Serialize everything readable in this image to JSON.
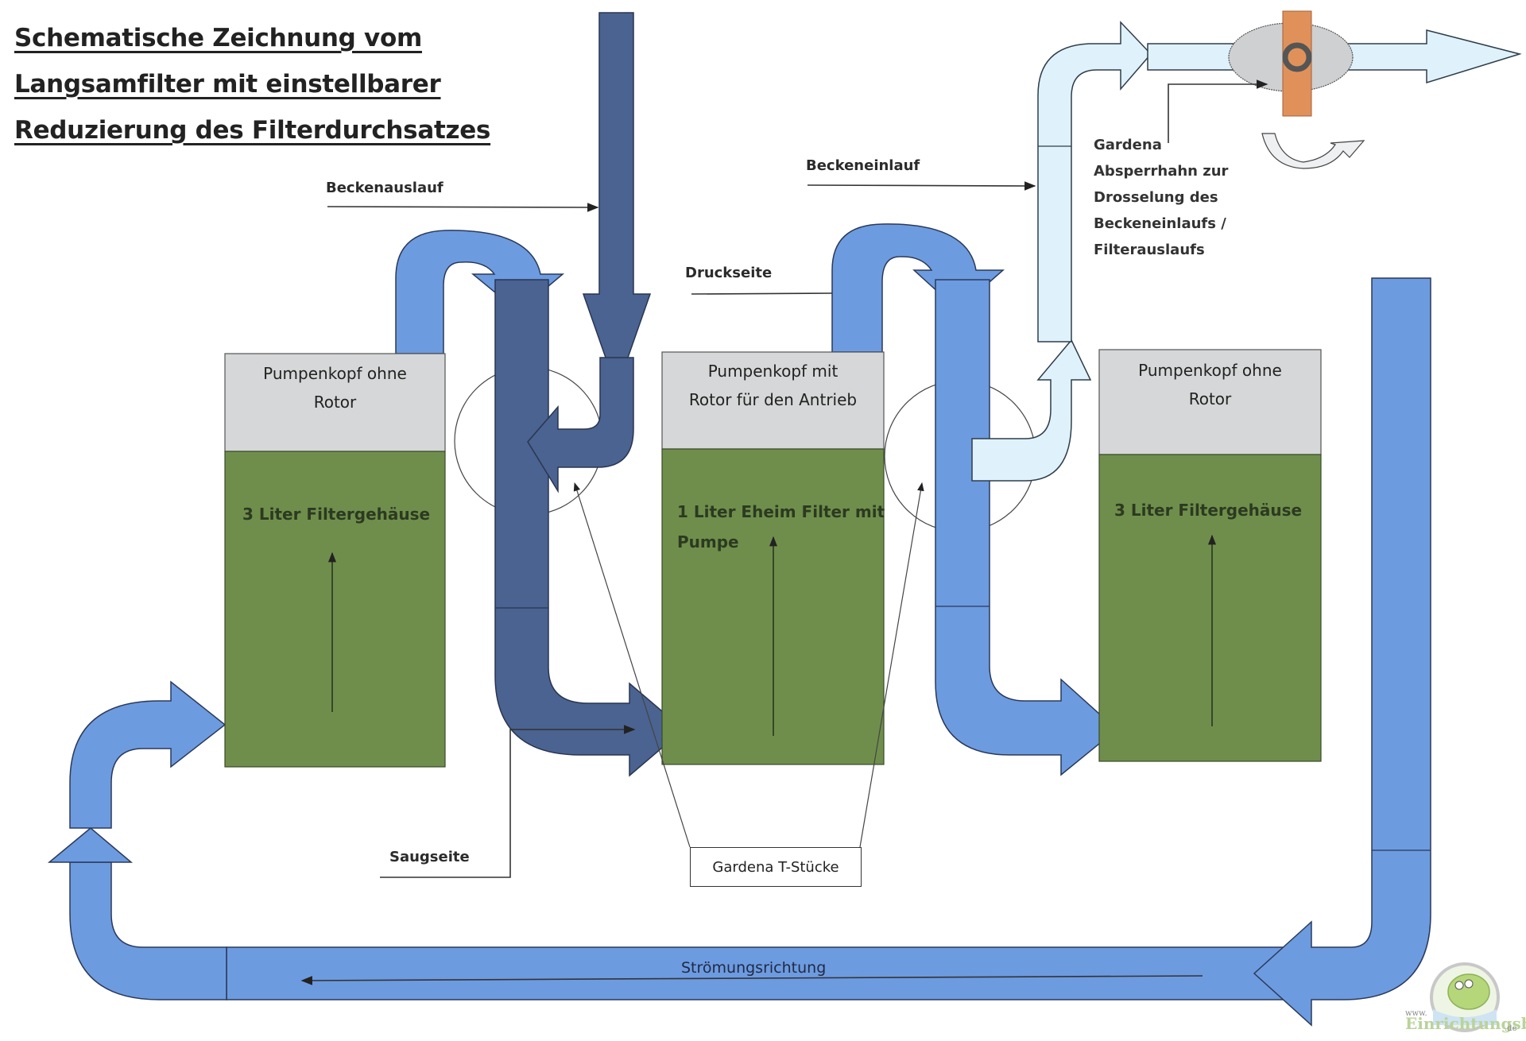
{
  "title": {
    "lines": [
      "Schematische Zeichnung  vom",
      "Langsamfilter mit einstellbarer",
      "Reduzierung des Filterdurchsatzes"
    ]
  },
  "labels": {
    "beckenauslauf": "Beckenauslauf",
    "beckeneinlauf": "Beckeneinlauf",
    "druckseite": "Druckseite",
    "saugseite": "Saugseite",
    "t_stuecke": "Gardena T-Stücke",
    "stroemungsrichtung": "Strömungsrichtung",
    "absperrhahn_note": [
      "Gardena",
      "Absperrhahn  zur",
      "Drosselung  des",
      "Beckeneinlaufs /",
      "Filterauslaufs"
    ]
  },
  "filters": [
    {
      "head": [
        "Pumpenkopf ohne",
        "Rotor"
      ],
      "body": [
        "3 Liter Filtergehäuse"
      ]
    },
    {
      "head": [
        "Pumpenkopf mit",
        "Rotor für den Antrieb"
      ],
      "body": [
        "1 Liter Eheim Filter mit",
        "Pumpe"
      ]
    },
    {
      "head": [
        "Pumpenkopf ohne",
        "Rotor"
      ],
      "body": [
        "3 Liter Filtergehäuse"
      ]
    }
  ],
  "watermark": {
    "www": "www.",
    "name": "Einrichtungsbeispiele",
    "tld": ".de"
  },
  "colors": {
    "pipe_blue": "#6d9be0",
    "pipe_dark": "#4a6391",
    "pipe_light": "#dff2fb",
    "pump_head": "#d6d7d8",
    "filter_body": "#6f8e4c",
    "valve_body": "#cfd0d1",
    "valve_handle": "#e0915a"
  }
}
